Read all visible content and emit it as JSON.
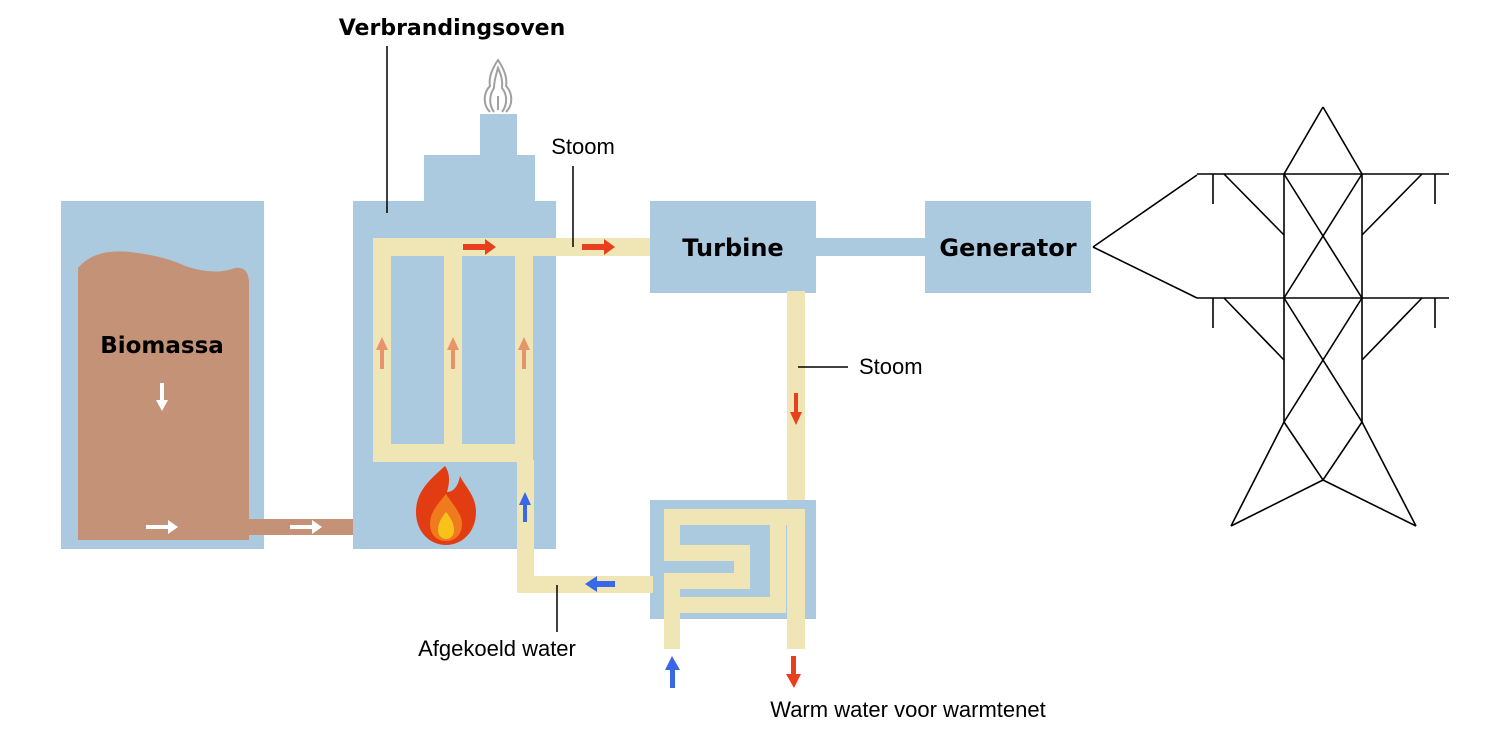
{
  "labels": {
    "furnace": "Verbrandingsoven",
    "biomass": "Biomassa",
    "turbine": "Turbine",
    "generator": "Generator",
    "steam_top": "Stoom",
    "steam_right": "Stoom",
    "cooled_water": "Afgekoeld water",
    "warm_water": "Warm water voor warmtenet"
  },
  "colors": {
    "box_blue": "#abc9df",
    "pipe_cream": "#f0e6b5",
    "biomass_brown": "#c49276",
    "arrow_red": "#e8401c",
    "arrow_orange": "#e8946a",
    "arrow_blue": "#3a66e8",
    "arrow_white": "#ffffff",
    "flame_red": "#e23c12",
    "flame_orange": "#f07a1e",
    "flame_yellow": "#f8c21a",
    "smoke_grey": "#a0a0a0",
    "line_black": "#000000"
  },
  "icons": {
    "flame": "flame-icon",
    "smoke": "smoke-icon",
    "pylon": "power-pylon-icon"
  }
}
